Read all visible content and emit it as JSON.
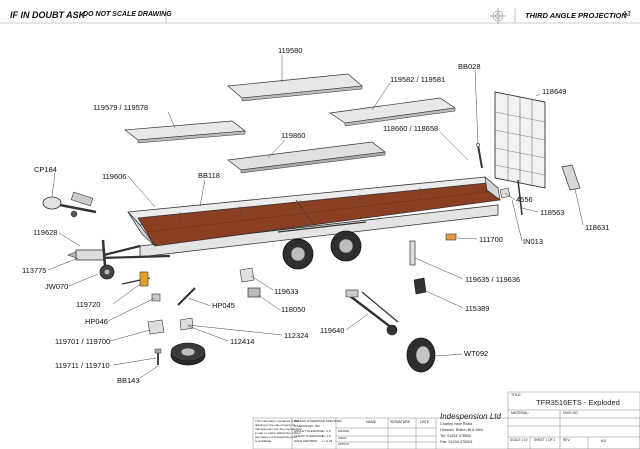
{
  "header": {
    "doubt_text": "IF IN DOUBT ASK",
    "scale_text": "DO NOT SCALE DRAWING",
    "projection_text": "THIRD ANGLE PROJECTION",
    "sheet_size": "A3"
  },
  "callouts": [
    "119580",
    "119582 / 119581",
    "BB028",
    "118649",
    "119579 / 119578",
    "119860",
    "118660 / 118658",
    "CP184",
    "119606",
    "BB118",
    "4556",
    "118563",
    "118631",
    "119628",
    "IN013",
    "111700",
    "113775",
    "119635 / 119636",
    "JW070",
    "119720",
    "119633",
    "115389",
    "HP046",
    "HP045",
    "118050",
    "119640",
    "112324",
    "112414",
    "119701 / 119700",
    "119711 / 119710",
    "WT092",
    "BB143"
  ],
  "title_block": {
    "title": "TFR3516ETS - Exploded",
    "company": "Indespension Ltd",
    "address_lines": [
      "Charley New Road",
      "Horwich, Bolton BL6 6HG",
      "Tel: 01204 478500",
      "Fax: 01204 478501"
    ],
    "notes": [
      "This information contained in this",
      "drawing is the sole property of",
      "Indespension Ltd. Any reproduction",
      "in part or whole without the written",
      "permission of Indespension Ltd",
      "is prohibited."
    ],
    "spec_lines": [
      "UNLESS OTHERWISE SPECIFIED",
      "DIMENSIONS: MM",
      "ANGLE TOLERANCE",
      "LINEAR TOLERANCE",
      "HOLE CENTRES"
    ],
    "spec_values": [
      "",
      "",
      "+/- 0.5",
      "+/- 1.0",
      "+/- 0.25"
    ],
    "col_headers": [
      "NAME",
      "SIGNATURE",
      "DATE"
    ],
    "row_labels": [
      "DRAWN",
      "CHKD",
      "APPV'D"
    ],
    "field_labels": [
      "TITLE:",
      "MATERIAL:",
      "DWG NO.",
      "SCALE 1:10",
      "SHEET 1 OF 1",
      "REV:"
    ],
    "sheet_size": "A3"
  },
  "colors": {
    "line": "#333333",
    "deck_wood": "#8a3f22",
    "deck_wood_dark": "#6b2e17",
    "frame_fill": "#e4e4e4",
    "label": "#111111"
  }
}
